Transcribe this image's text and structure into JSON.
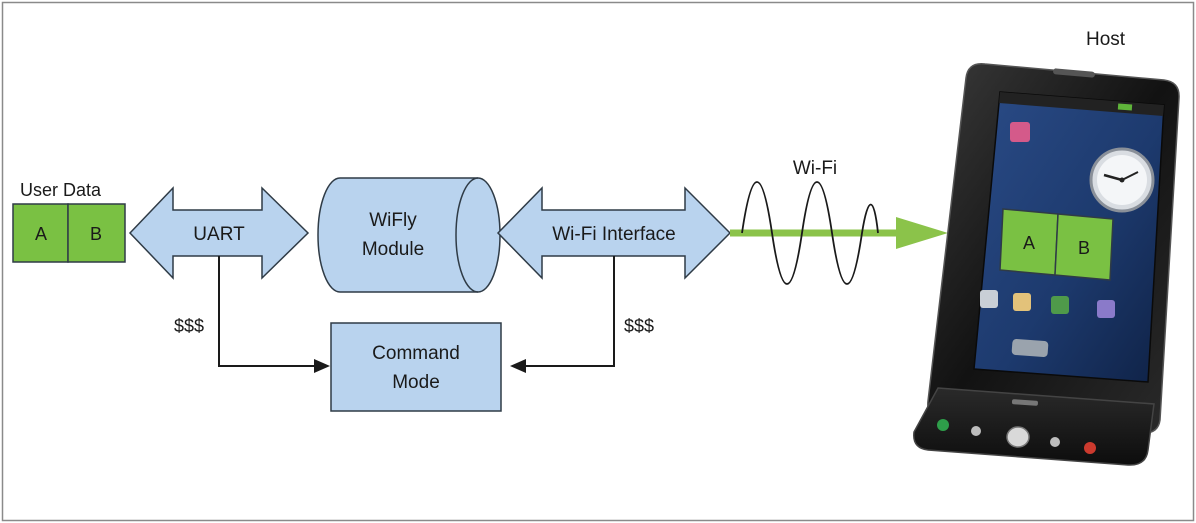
{
  "user_data": {
    "title": "User Data",
    "cells": [
      "A",
      "B"
    ]
  },
  "uart": {
    "label": "UART"
  },
  "module": {
    "line1": "WiFly",
    "line2": "Module"
  },
  "wifi_interface": {
    "label": "Wi-Fi Interface"
  },
  "wifi": {
    "label": "Wi-Fi"
  },
  "command_mode": {
    "line1": "Command",
    "line2": "Mode"
  },
  "escape": {
    "left": "$$$",
    "right": "$$$"
  },
  "host": {
    "title": "Host",
    "cells": [
      "A",
      "B"
    ]
  },
  "colors": {
    "block_fill": "#b9d3ee",
    "block_stroke": "#2f3b46",
    "green": "#7ac143",
    "wifi_arrow": "#8bc34a"
  }
}
